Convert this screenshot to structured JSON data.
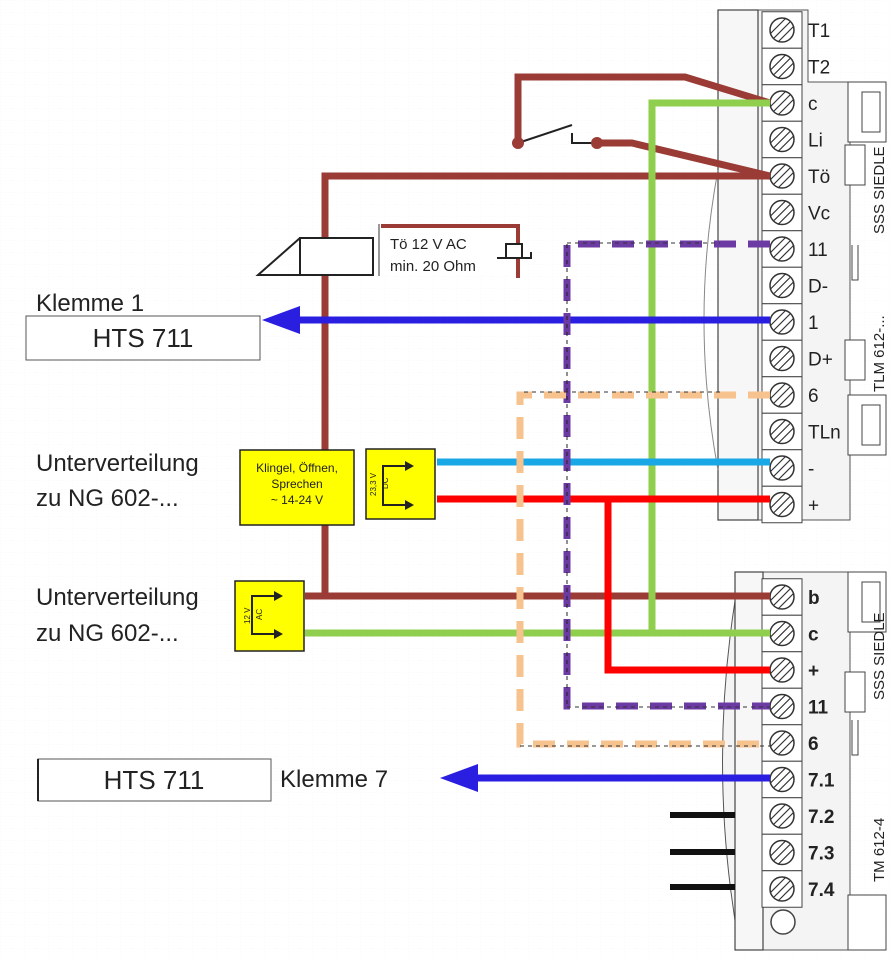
{
  "labels": {
    "klemme1": "Klemme 1",
    "hts_top": "HTS 711",
    "unterverteilung1_line1": "Unterverteilung",
    "unterverteilung1_line2": "zu NG 602-...",
    "unterverteilung2_line1": "Unterverteilung",
    "unterverteilung2_line2": "zu NG 602-...",
    "hts_bottom": "HTS 711",
    "klemme7": "Klemme 7",
    "door_opener_line1": "Tö 12 V AC",
    "door_opener_line2": "min. 20 Ohm",
    "supply_line1": "Klingel, Öffnen,",
    "supply_line2": "Sprechen",
    "supply_line3": "~ 14-24 V",
    "dc_supply_line1": "23,3 V",
    "dc_supply_line2": "DC",
    "ac_supply_line1": "12 V",
    "ac_supply_line2": "AC"
  },
  "module_top": {
    "terminals": [
      "T1",
      "T2",
      "c",
      "Li",
      "Tö",
      "Vc",
      "11",
      "D-",
      "1",
      "D+",
      "6",
      "TLn",
      "-",
      "+"
    ],
    "brand": "SSS SIEDLE",
    "model": "TLM 612-..."
  },
  "module_bottom": {
    "terminals": [
      "b",
      "c",
      "+",
      "11",
      "6",
      "7.1",
      "7.2",
      "7.3",
      "7.4"
    ],
    "brand": "SSS SIEDLE",
    "model": "TM 612-4"
  },
  "colors": {
    "brown": "#9b3b35",
    "green": "#8fcf4d",
    "blue": "#2a1ee0",
    "cyan": "#1aa7e6",
    "red": "#ff0000",
    "purple": "#6c3aa3",
    "orange": "#f6c28e",
    "yellow": "#ffff00"
  }
}
